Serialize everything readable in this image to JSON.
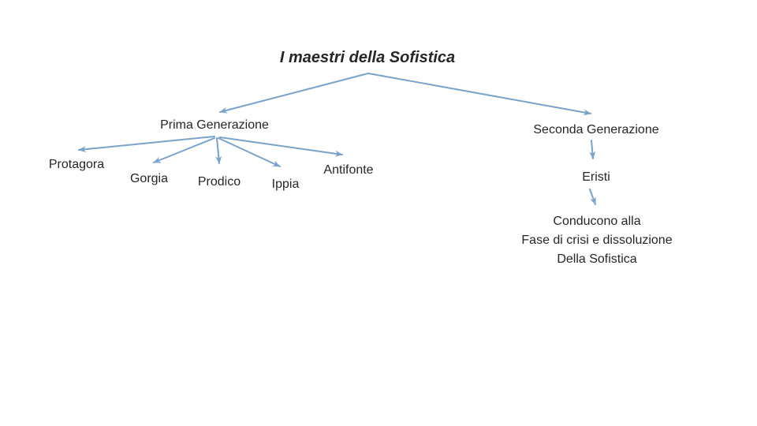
{
  "slide": {
    "title": "I maestri della Sofistica"
  },
  "colors": {
    "arrow": "#79a3ca",
    "text": "#262626",
    "background": "#ffffff"
  },
  "nodes": {
    "prima": {
      "label": "Prima Generazione"
    },
    "seconda": {
      "label": "Seconda Generazione"
    },
    "protagora": {
      "label": "Protagora"
    },
    "gorgia": {
      "label": "Gorgia"
    },
    "prodico": {
      "label": "Prodico"
    },
    "ippia": {
      "label": "Ippia"
    },
    "antifonte": {
      "label": "Antifonte"
    },
    "eristi": {
      "label": "Eristi"
    },
    "conclusion": {
      "line1": "Conducono alla",
      "line2": "Fase di crisi e dissoluzione",
      "line3": "Della Sofistica"
    }
  },
  "edges": [
    {
      "from": "I maestri della Sofistica",
      "to": "Prima Generazione"
    },
    {
      "from": "I maestri della Sofistica",
      "to": "Seconda Generazione"
    },
    {
      "from": "Prima Generazione",
      "to": "Protagora"
    },
    {
      "from": "Prima Generazione",
      "to": "Gorgia"
    },
    {
      "from": "Prima Generazione",
      "to": "Prodico"
    },
    {
      "from": "Prima Generazione",
      "to": "Ippia"
    },
    {
      "from": "Prima Generazione",
      "to": "Antifonte"
    },
    {
      "from": "Seconda Generazione",
      "to": "Eristi"
    },
    {
      "from": "Eristi",
      "to": "Conducono alla Fase di crisi e dissoluzione Della Sofistica"
    }
  ]
}
